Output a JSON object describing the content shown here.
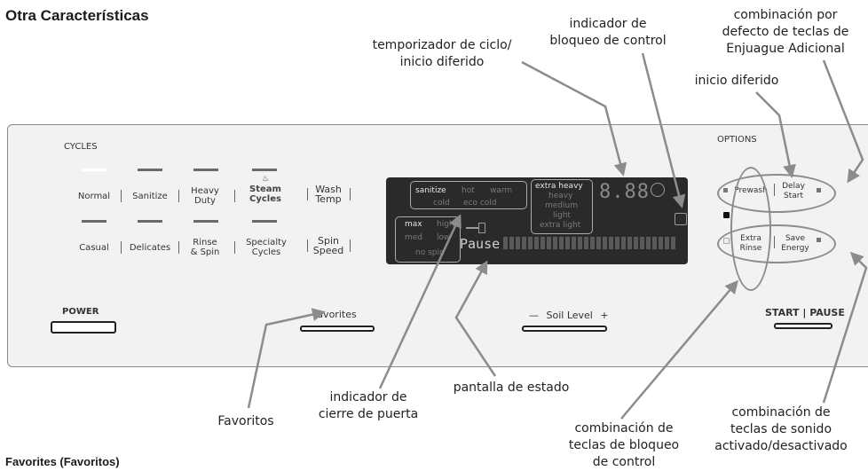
{
  "page": {
    "title": "Otra Características",
    "subtitle": "Favorites (Favoritos)"
  },
  "callouts": {
    "cycle_timer": "temporizador de ciclo/",
    "cycle_timer_2": "inicio diferido",
    "control_lock_indicator": "indicador de",
    "control_lock_indicator_2": "bloqueo de control",
    "rinse_default": "combinación por",
    "rinse_default_2": "defecto de teclas de",
    "rinse_default_3": "Enjuague Adicional",
    "delay_start": "inicio diferido",
    "favorites": "Favoritos",
    "door_lock": "indicador de",
    "door_lock_2": "cierre de puerta",
    "status_display": "pantalla de estado",
    "control_lock_combo": "combinación de",
    "control_lock_combo_2": "teclas de bloqueo",
    "control_lock_combo_3": "de control",
    "sound_combo": "combinación de",
    "sound_combo_2": "teclas de sonido",
    "sound_combo_3": "activado/desactivado"
  },
  "panel": {
    "cycles_label": "CYCLES",
    "options_label": "OPTIONS",
    "cycles_top": [
      "Normal",
      "Sanitize",
      "Heavy",
      "Duty",
      "Steam",
      "Cycles"
    ],
    "cycles_bottom": [
      "Casual",
      "Delicates",
      "Rinse",
      "& Spin",
      "Specialty",
      "Cycles"
    ],
    "wash_temp": [
      "Wash",
      "Temp"
    ],
    "spin_speed": [
      "Spin",
      "Speed"
    ],
    "power": "POWER",
    "favorites": "Favorites",
    "soil_level": "Soil Level",
    "soil_minus": "—",
    "soil_plus": "+",
    "start_pause": "START | PAUSE",
    "options": {
      "prewash": "Prewash",
      "delay": "Delay",
      "delay_2": "Start",
      "extra": "Extra",
      "extra_2": "Rinse",
      "save": "Save",
      "save_2": "Energy"
    }
  },
  "display": {
    "temps_row1": [
      "sanitize",
      "hot",
      "warm"
    ],
    "temps_row2": [
      "cold",
      "eco cold"
    ],
    "soil": [
      "extra heavy",
      "heavy",
      "medium",
      "light",
      "extra light"
    ],
    "spin": [
      "max",
      "high",
      "med",
      "low",
      "no spin"
    ],
    "time": "8.88",
    "status": "Pause"
  },
  "colors": {
    "panel": "#f2f2f3",
    "display": "#2a2a2a",
    "arrow": "#8c8c8c"
  }
}
